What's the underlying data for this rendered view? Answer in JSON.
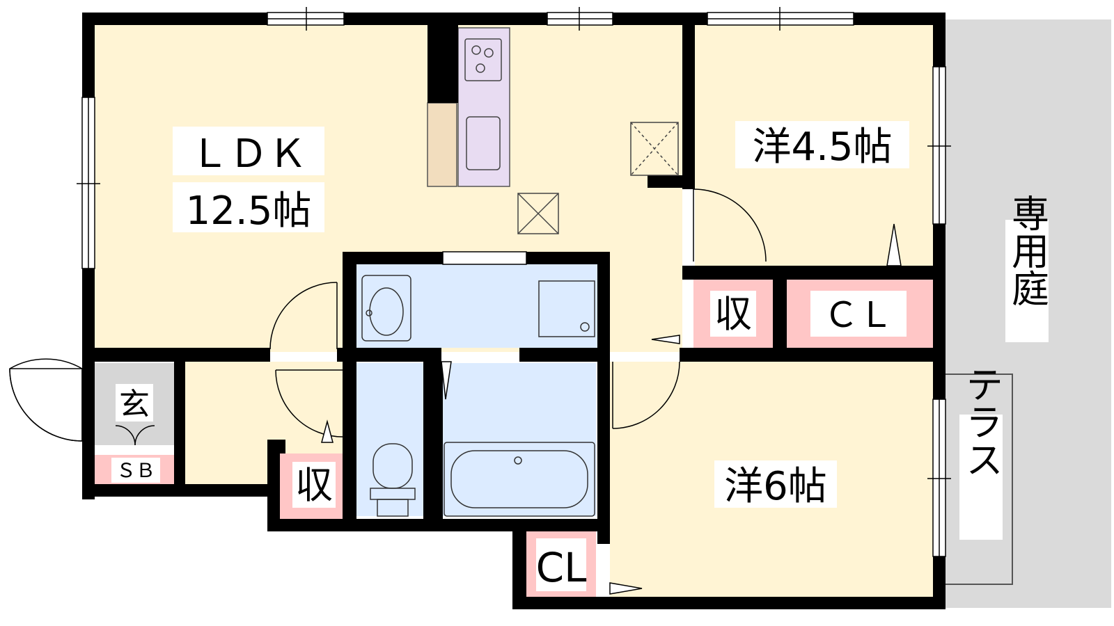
{
  "rooms": {
    "ldk": {
      "name": "ＬＤＫ",
      "size": "12.5帖"
    },
    "western_a": {
      "label": "洋4.5帖"
    },
    "western_b": {
      "label": "洋6帖"
    },
    "storage_a": {
      "label": "収"
    },
    "storage_b": {
      "label": "収"
    },
    "closet_a": {
      "label": "ＣＬ"
    },
    "closet_b": {
      "label": "CL"
    },
    "entrance": {
      "label": "玄"
    },
    "shoe_box": {
      "label": "ＳＢ"
    },
    "private_garden": {
      "label": "専用庭"
    },
    "terrace": {
      "label": "テラス"
    }
  },
  "colors": {
    "room": "#FFF4D4",
    "wet": "#DCEBFF",
    "storage": "#FFC6C6",
    "kitchen": "#E8DCF2",
    "counter": "#F2DDBE",
    "entrance": "#D6D6D6",
    "garden": "#DADADA",
    "wall": "#000000"
  }
}
